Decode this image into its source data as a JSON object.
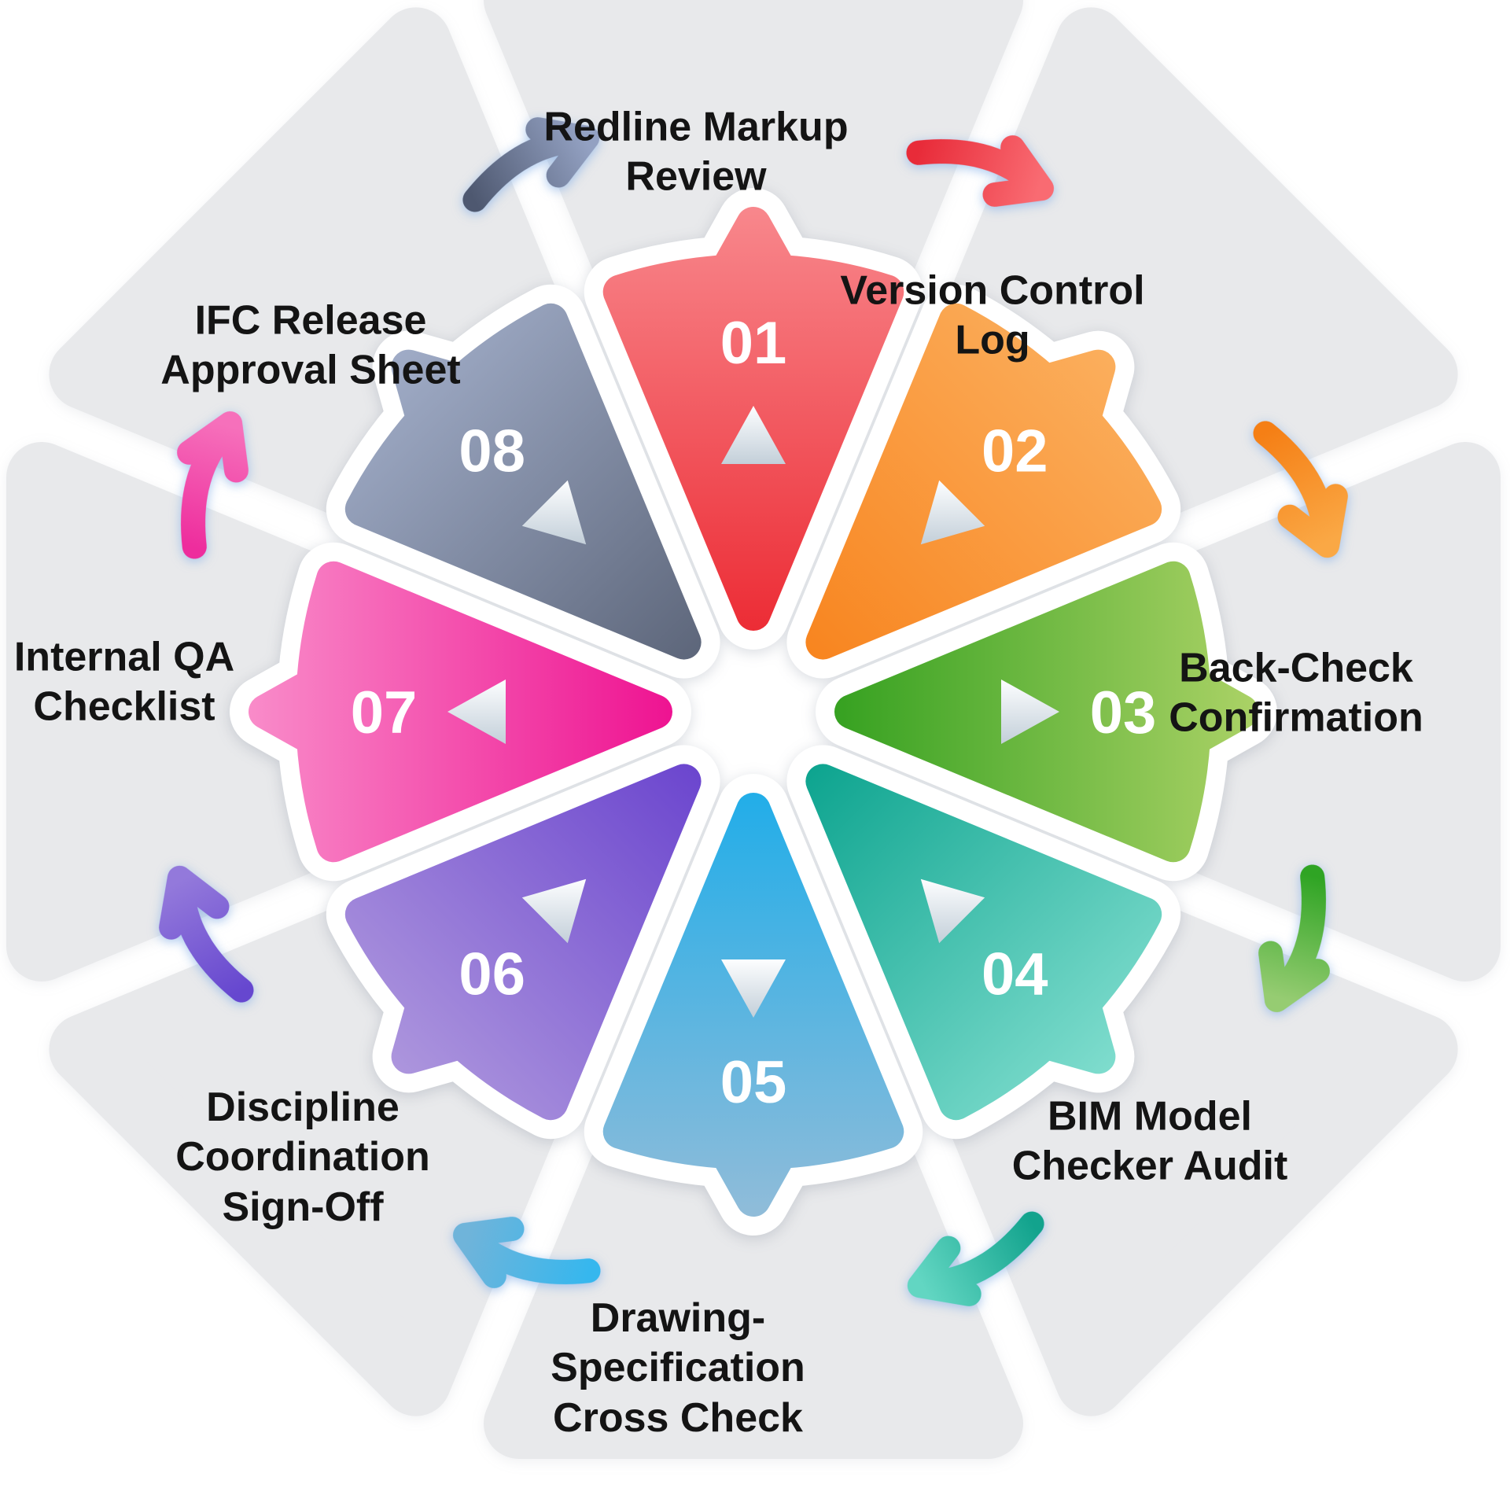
{
  "diagram": {
    "type": "circular-process-wheel",
    "step_count": 8,
    "background_color": "#ffffff",
    "petal_color": "#E8E9EB",
    "label_color": "#141414",
    "number_color": "#ffffff",
    "pointer_triangle_gradient": [
      "#FDFEFF",
      "#C3CFD9"
    ],
    "segments": [
      {
        "number": "01",
        "label": "Redline Markup\nReview",
        "color_inner": "#EC2A33",
        "color_outer": "#F8878C",
        "arrow_from": "#E82B39",
        "arrow_to": "#F96B72"
      },
      {
        "number": "02",
        "label": "Version Control\nLog",
        "color_inner": "#F8841E",
        "color_outer": "#FBAE5C",
        "arrow_from": "#F57F15",
        "arrow_to": "#FAA845"
      },
      {
        "number": "03",
        "label": "Back-Check\nConfirmation",
        "color_inner": "#33A01F",
        "color_outer": "#ABD266",
        "arrow_from": "#2FA424",
        "arrow_to": "#96CC72"
      },
      {
        "number": "04",
        "label": "BIM Model\nChecker Audit",
        "color_inner": "#0BA38E",
        "color_outer": "#7EDCCD",
        "arrow_from": "#12A38D",
        "arrow_to": "#62D6C2"
      },
      {
        "number": "05",
        "label": "Drawing-\nSpecification\nCross Check",
        "color_inner": "#1FADE9",
        "color_outer": "#90BCD9",
        "arrow_from": "#36B7EE",
        "arrow_to": "#6FB4DA"
      },
      {
        "number": "06",
        "label": "Discipline\nCoordination\nSign-Off",
        "color_inner": "#6A44CE",
        "color_outer": "#AC95DD",
        "arrow_from": "#6647CF",
        "arrow_to": "#9379DB"
      },
      {
        "number": "07",
        "label": "Internal QA\nChecklist",
        "color_inner": "#EE1090",
        "color_outer": "#F98BC9",
        "arrow_from": "#EE2D9D",
        "arrow_to": "#F670BB"
      },
      {
        "number": "08",
        "label": "IFC Release\nApproval Sheet",
        "color_inner": "#5C6579",
        "color_outer": "#9FABC6",
        "arrow_from": "#4E5870",
        "arrow_to": "#93A1C2"
      }
    ]
  }
}
